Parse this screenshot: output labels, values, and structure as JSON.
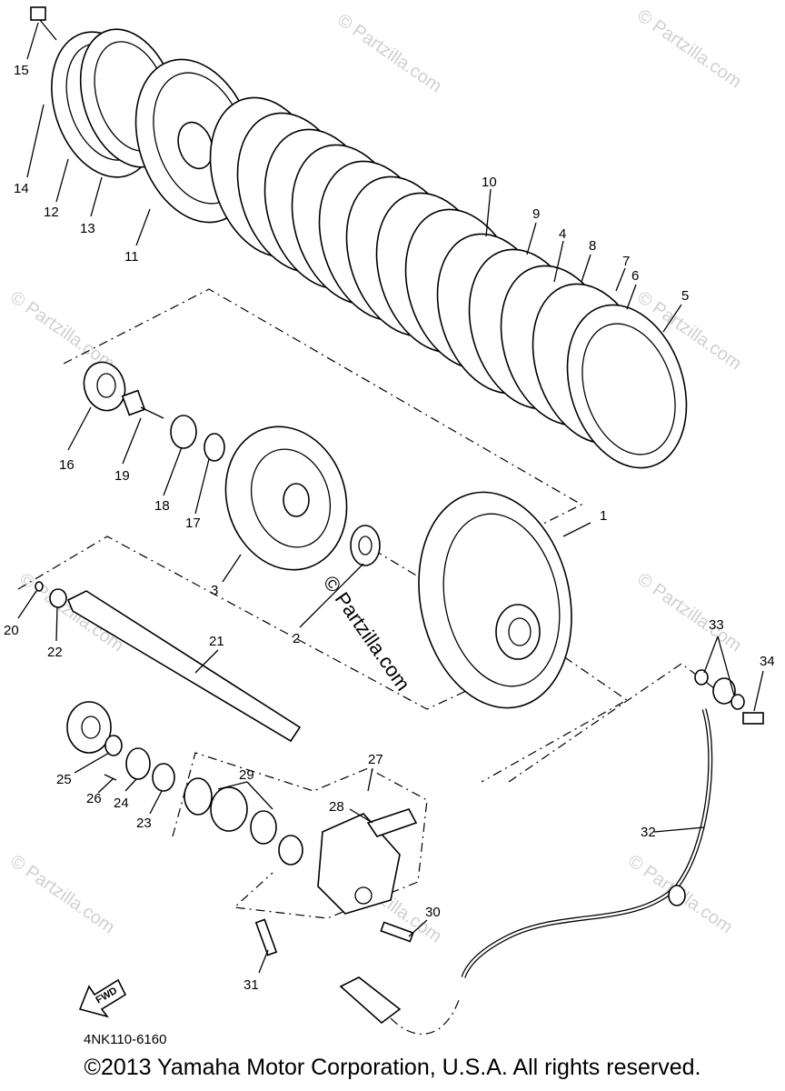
{
  "diagram": {
    "part_code": "4NK110-6160",
    "copyright": "©2013 Yamaha Motor Corporation, U.S.A. All rights reserved.",
    "watermark": "© Partzilla.com",
    "fwd_label": "FWD",
    "callouts": {
      "c1": "1",
      "c2": "2",
      "c3": "3",
      "c4": "4",
      "c5": "5",
      "c6": "6",
      "c7": "7",
      "c8": "8",
      "c9": "9",
      "c10": "10",
      "c11": "11",
      "c12": "12",
      "c13": "13",
      "c14": "14",
      "c15": "15",
      "c16": "16",
      "c17": "17",
      "c18": "18",
      "c19": "19",
      "c20": "20",
      "c21": "21",
      "c22": "22",
      "c23": "23",
      "c24": "24",
      "c25": "25",
      "c26": "26",
      "c27": "27",
      "c28": "28",
      "c29": "29",
      "c30": "30",
      "c31": "31",
      "c32": "32",
      "c33": "33",
      "c34": "34"
    }
  }
}
